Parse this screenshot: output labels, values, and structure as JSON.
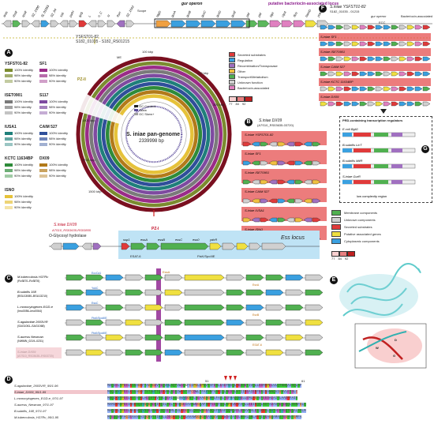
{
  "panels": {
    "A": "A",
    "B": "B",
    "C": "C",
    "D": "D",
    "E": "E",
    "F": "F",
    "G": "G"
  },
  "top_banner": {
    "gur_operon": "gur operon",
    "putative_locus": "putative bacteriocin-associated locus",
    "genes_left": [
      "aras",
      "rbsR",
      "rpsR",
      "S2_1500",
      "Sj_01055",
      "S2_04",
      "ssb",
      "pafH",
      "lptS",
      "L",
      "n_C",
      "N",
      "ftsH",
      "S2_1542"
    ],
    "genes_right": [
      "tagD",
      "gurA",
      "gurB",
      "gurC",
      "gurD",
      "gurE",
      "pld",
      "pld",
      "blpI",
      "ctpA",
      "ffrN",
      "bamD",
      "yoeB"
    ],
    "scope": "Scope"
  },
  "circle": {
    "title": "S. iniae pan-genome",
    "size": "2339998 bp",
    "tick_1": "100 kbp",
    "tick_2": "200 kbp",
    "tick_3": "300 kbp",
    "tick_4": "1500 kbp",
    "tick_5": "1700 kbp",
    "tick_6": "1900 kbp",
    "center_legend": [
      "GC Content",
      "Skew",
      "GC Skew+"
    ],
    "pz2": "PZ-II",
    "pz1": "PZ-I",
    "me": "ME",
    "pz2_label": "YSFST01-82\nS182_01035 - S182_RS01215"
  },
  "strain_legend": [
    {
      "name": "YSFST01-82",
      "color": "#7b8b2f"
    },
    {
      "name": "SF1",
      "color": "#9a2c88"
    },
    {
      "name": "ISET0901",
      "color": "#7a7a7a"
    },
    {
      "name": "S117",
      "color": "#7e4aa0"
    },
    {
      "name": "IUSA1",
      "color": "#1f7f7a"
    },
    {
      "name": "CAIM 527",
      "color": "#2f4f9a"
    },
    {
      "name": "KCTC 11634BP",
      "color": "#2e8b3a"
    },
    {
      "name": "DX09",
      "color": "#b27a1a"
    },
    {
      "name": "ISNO",
      "color": "#e6c23a"
    }
  ],
  "identity_labels": [
    "100% identity",
    "98% identity",
    "90% identity"
  ],
  "function_legend": [
    {
      "label": "Secreted substrates",
      "color": "#e03a3a"
    },
    {
      "label": "Regulation",
      "color": "#3aa0e0"
    },
    {
      "label": "Recombination/Transposase",
      "color": "#a070c0"
    },
    {
      "label": "Other",
      "color": "#f0c040"
    },
    {
      "label": "Transport/Metabolism",
      "color": "#50b050"
    },
    {
      "label": "Unknown function",
      "color": "#d0d0d0"
    },
    {
      "label": "Bacteriocin-associated",
      "color": "#e080c0"
    }
  ],
  "identity_scale": [
    "77",
    "84",
    "92"
  ],
  "panelB": {
    "title": "S.iniae DX09",
    "subtitle": "(A7S10_RS03635-03720)",
    "rows": [
      "S.iniae YSFST01-82",
      "S.iniae SF1",
      "S.iniae ISET0901",
      "S.iniae CAIM 527",
      "S.iniae IUSA1",
      "S.iniae ISNO"
    ]
  },
  "panelF": {
    "title": "S.iniae YSFST01-82",
    "subtitle": "S182_01035 - 01215",
    "gur_operon": "gur operon",
    "ecc": "ECC",
    "bacteriocin": "Bacteriocin-associated",
    "rows": [
      "S.iniae SF1",
      "S.iniae ISET0901",
      "S.iniae CAIM 527",
      "S.iniae KCTC 11634BP",
      "S.iniae DX09"
    ]
  },
  "panelG": {
    "title": "PRD-containing transcription regulators",
    "rows": [
      "E.coli BglG",
      "B.subtilis LicT",
      "B.subtilis MtlR",
      "S.iniae GurR"
    ],
    "low_complexity": "low complexity region"
  },
  "right_legend": [
    {
      "label": "Membrane components",
      "color": "#50b050"
    },
    {
      "label": "Unknown components",
      "color": "#d0d0d0"
    },
    {
      "label": "Secreted substrates",
      "color": "#e03a3a"
    },
    {
      "label": "Putative associated genes",
      "color": "#f0e040"
    },
    {
      "label": "Cytoplasmic components",
      "color": "#3aa0e0"
    }
  ],
  "right_scale": [
    "77",
    "84",
    "92"
  ],
  "ess": {
    "dx09_label": "S.iniae DX09",
    "dx09_range": "A7S10_RS03635-RS03855",
    "o_glycosyl": "O-Glycosyl hydrolase",
    "ess_locus": "Ess locus",
    "esat6": "ESAT-6",
    "ftsk": "FtsK/SpoIIIE",
    "genes": [
      "ssp1",
      "essA",
      "essB",
      "essC",
      "ess0",
      "ydcR"
    ]
  },
  "panelC": {
    "rows": [
      {
        "species": "M.tuberculosis H37Rv",
        "range": "(Rv3870–Rv3876)",
        "top": "EccCa1"
      },
      {
        "species": "B.subtilis 168",
        "range": "(BSU13080–BSU13210)",
        "top": "YukC"
      },
      {
        "species": "L.monocytogenes EGD-e",
        "range": "(lmo0056–lmo0064)",
        "top": "EssC"
      },
      {
        "species": "S.agalactiae 2603V/R",
        "range": "(SAG1061–SAG1068)",
        "top": "FtsK/SpoIIIE"
      },
      {
        "species": "S.aureus Newman",
        "range": "(NWMN_0219–0231)",
        "top": "FtsK/SpoIIIE"
      },
      {
        "species": "S.iniae DX09",
        "range": "(A7S10_RS03635–RS03720)",
        "top": ""
      }
    ],
    "highlight": "EssA",
    "secreted": [
      "EsxA",
      "EsxB",
      "ESAT-6"
    ]
  },
  "panelD": {
    "rows": [
      {
        "label": "S.agalactiae_2603V/R_95/1-96",
        "seq": "MAQIELTPEELKSSAGKFTAGSGEVTEQVHLSQTVWDQ&FCIPGLDPNVTAFDSLEADFHAQLRESNETIVQLLEDMRPELVLQTNNQAISQLNF"
      },
      {
        "label": "S.iniae_DX09_95/1-95",
        "seq": "MSQINYTPEELKSSAGKFTSTSHTTQEKVNLSDSIWKNTIFCDWLTFAYSNFVSKIQLNEDSLNTIIKEAIERFENIRANNQVIGNVLETDLC"
      },
      {
        "label": "L.monocytogenes_EGD-e_97/1-97",
        "seq": "MSQIKYTPEELRSTASKLAEQSTKVTSLQEAISQ&VWYEGNTLSEAAGSGHNLFASLTEFHAQQHELLEMLRGSVTEEDAEAITLAAERFAIS"
      },
      {
        "label": "S.aureus_Newman_97/1-97",
        "seq": "MAMIKMSPEEIRAKSQSYGQGSDQIRQILSDLTRAQGEIAANWEGQAFSRFEEQFQQLSPKVEKFAQLLEEIKQQLNSTADAVQEQDQQLSNNFGLQ"
      },
      {
        "label": "B.subtilis_168_97/1-97",
        "seq": "MAQIKLTPEELRAKAQQYSSEASHKASQIESMLSVLKDGSVLQNNWSGEASQAFYEAFQQMQAELENAVNALESIKRSLSHTADSYEQTEQALSSLM"
      },
      {
        "label": "M.tuberculosis_H37Rv_95/1-95",
        "seq": "MTEQQWNFAGIEAAASAIQGNVTSIHSLLDEGKQSLTKLAAAWGGSGSEAYQGVQQKWDATATELNNALQNLARTISEAGQAMASTEGNVTGMFA"
      }
    ],
    "position_label": "51",
    "position_label2": "61"
  },
  "panelE": {
    "labels": [
      "D",
      "W",
      "G"
    ]
  }
}
